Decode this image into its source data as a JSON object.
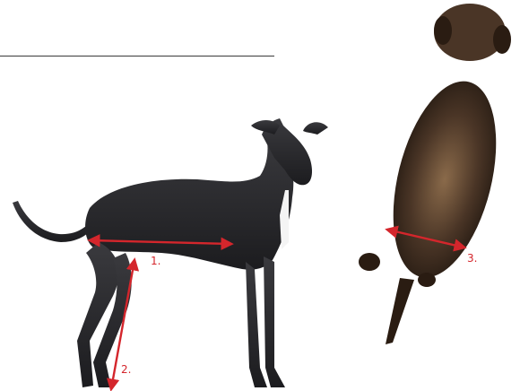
{
  "measurements": [
    {
      "number": "1.",
      "color": "#d4262c"
    },
    {
      "number": "2.",
      "color": "#d4262c"
    },
    {
      "number": "3.",
      "color": "#d4262c"
    }
  ],
  "figures": {
    "left": "greyhound-side-view",
    "right": "dog-top-view"
  },
  "colors": {
    "background": "#ffffff",
    "rule": "#3a3a3a",
    "accent": "#d4262c",
    "greyhound": "#2b2b2e",
    "dog_top": "#4a3526"
  }
}
